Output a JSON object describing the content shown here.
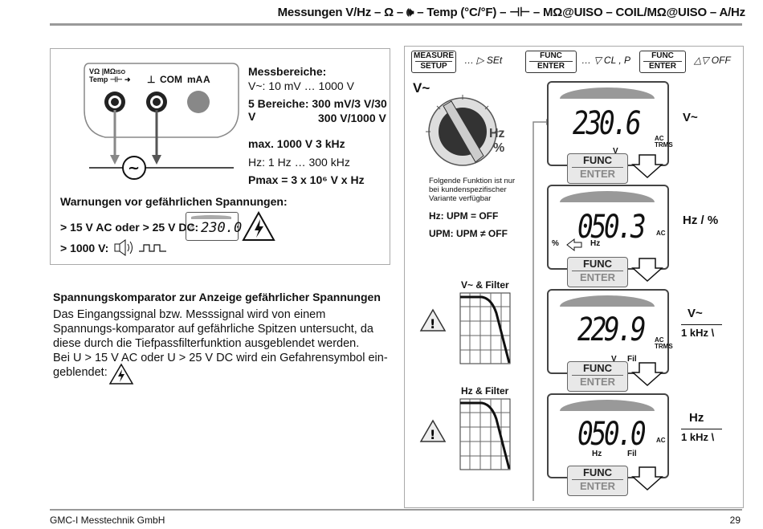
{
  "header": {
    "title": "Messungen V/Hz – Ω – 🕪 – Temp (°C/°F) – ⊣⊢ – MΩ@UISO – COIL/MΩ@UISO – A/Hz"
  },
  "left": {
    "jacks": {
      "j1_top": "VΩ",
      "j1_mid": "MΩ",
      "j1_iso": "ISO",
      "j1_bot": "Temp",
      "j1_sym": "⊣⊢ ➜",
      "j2": "⊥",
      "j3": "COM",
      "j4": "mA",
      "j5": "A"
    },
    "ranges_title": "Messbereiche:",
    "ranges_v": "V~: 10 mV … 1000 V",
    "ranges_5a": "5 Bereiche: 300 mV/3 V/30 V",
    "ranges_5b": "300 V/1000 V",
    "max": "max. 1000 V 3 kHz",
    "hz": "Hz: 1 Hz … 300 kHz",
    "pmax": "Pmax = 3 x 10⁶ V x Hz",
    "warn_title": "Warnungen vor gefährlichen Spannungen:",
    "warn_1": "> 15 V AC  oder > 25 V DC:",
    "warn_lcd": "230.0",
    "warn_2": "> 1000 V:"
  },
  "section": {
    "title": "Spannungskomparator zur Anzeige gefährlicher Spannungen",
    "p1": "Das Eingangssignal bzw. Messsignal wird von einem Spannungs-komparator auf gefährliche Spitzen untersucht, da diese durch die Tiefpassfilterfunktion ausgeblendet werden.",
    "p2": "Bei U > 15 V AC oder U > 25 V DC wird ein Gefahrensymbol ein-geblendet:"
  },
  "right": {
    "k1a": "MEASURE",
    "k1b": "SETUP",
    "t1": "… ▷ SEt",
    "k2a": "FUNC",
    "k2b": "ENTER",
    "t2": "… ▽ CL , P",
    "k3a": "FUNC",
    "k3b": "ENTER",
    "t3": "△▽ OFF",
    "dial_v": "V~",
    "dial_hz": "Hz",
    "dial_pct": "%",
    "note": "Folgende Funktion ist nur bei kundenspezifischer Variante verfügbar",
    "hz_line": "Hz: UPM = OFF",
    "upm_line": "UPM: UPM ≠ OFF",
    "filter1": "V~ & Filter",
    "filter2": "Hz & Filter",
    "func": "FUNC",
    "enter": "ENTER",
    "d1": {
      "value": "230.6",
      "u1": "V",
      "u2": "AC",
      "u3": "TRMS",
      "side": "V~"
    },
    "d2": {
      "value": "050.3",
      "u1": "Hz",
      "u2": "AC",
      "pct": "%",
      "side": "Hz / %"
    },
    "d3": {
      "value": "229.9",
      "u1": "V",
      "u2": "Fil",
      "u3": "AC",
      "u4": "TRMS",
      "side1": "V~",
      "side2": "1 kHz"
    },
    "d4": {
      "value": "050.0",
      "u1": "Hz",
      "u2": "Fil",
      "u3": "AC",
      "side1": "Hz",
      "side2": "1 kHz"
    }
  },
  "footer": {
    "company": "GMC-I Messtechnik GmbH",
    "page": "29"
  }
}
